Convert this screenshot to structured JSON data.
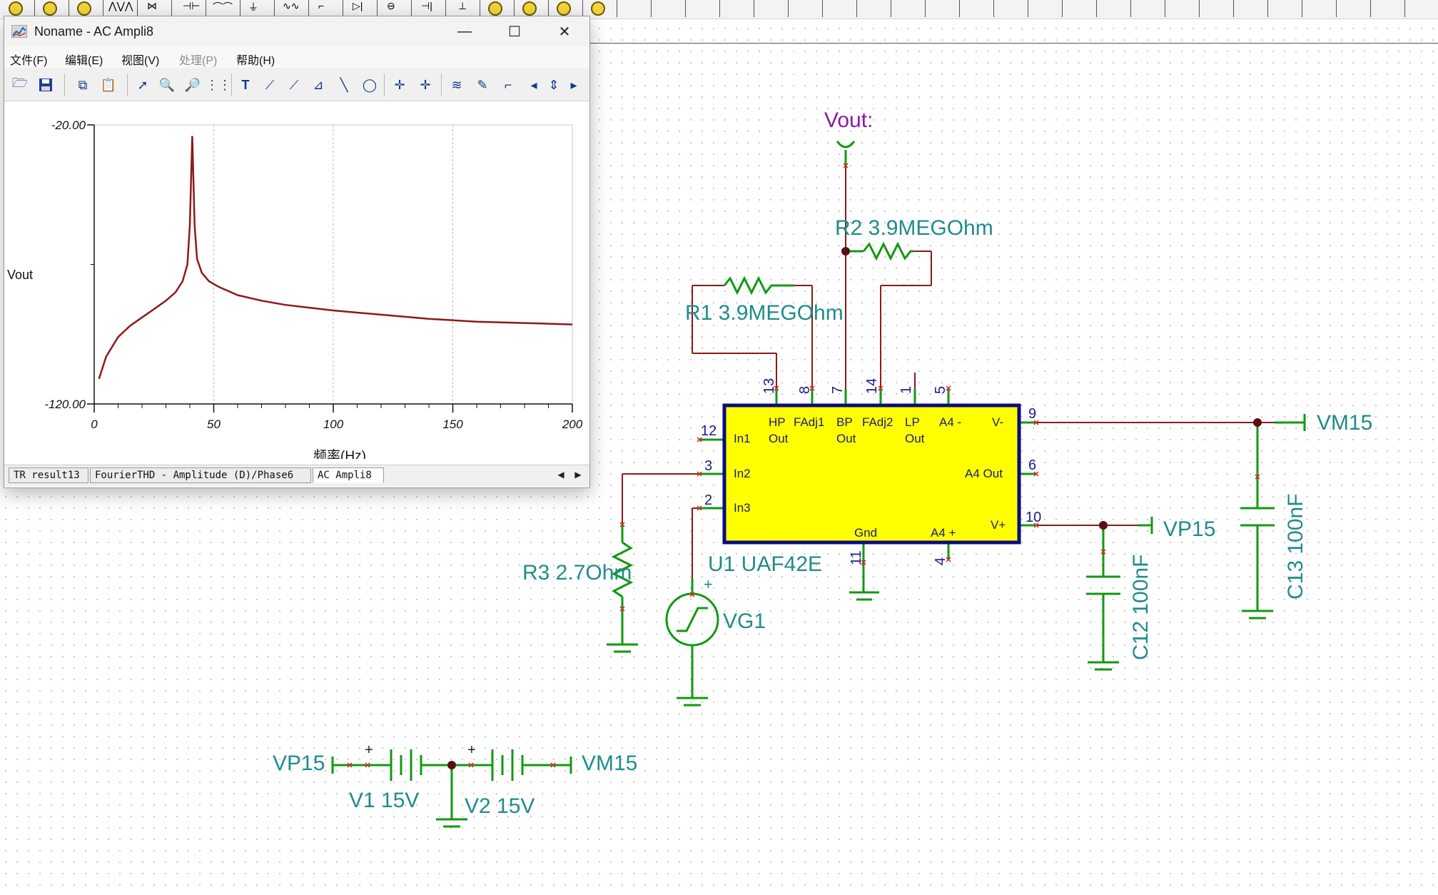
{
  "window": {
    "title": "Noname - AC Ampli8",
    "buttons": {
      "minimize": "—",
      "maximize": "☐",
      "close": "✕"
    }
  },
  "menu": [
    "文件(F)",
    "编辑(E)",
    "视图(V)",
    "处理(P)",
    "帮助(H)"
  ],
  "tabs": [
    {
      "label": "TR result13",
      "active": false
    },
    {
      "label": "FourierTHD - Amplitude (D)/Phase6",
      "active": false
    },
    {
      "label": "AC Ampli8",
      "active": true
    }
  ],
  "chart_data": {
    "type": "line",
    "xlabel": "频率(Hz)",
    "ylabel": "Vout",
    "xlim": [
      0,
      200
    ],
    "ylim": [
      -120,
      -20
    ],
    "xticks": [
      "0",
      "50",
      "100",
      "150",
      "200"
    ],
    "yticks": [
      "-20.00",
      "-120.00"
    ],
    "grid": "vertical",
    "color": "#8b1a1a",
    "series": [
      {
        "x": [
          2,
          5,
          10,
          15,
          20,
          25,
          30,
          34,
          37,
          39,
          40,
          41,
          42,
          43,
          45,
          48,
          52,
          60,
          70,
          80,
          90,
          100,
          120,
          140,
          160,
          180,
          200
        ],
        "y": [
          -111,
          -103,
          -96,
          -92,
          -89,
          -86,
          -83,
          -80,
          -76,
          -70,
          -56,
          -24,
          -56,
          -68,
          -73,
          -76,
          -78,
          -81,
          -83,
          -84.5,
          -85.5,
          -86.5,
          -88,
          -89.5,
          -90.5,
          -91,
          -91.5
        ]
      }
    ]
  },
  "schematic": {
    "out_label": "Vout:",
    "r1": "R1 3.9MEGOhm",
    "r2": "R2 3.9MEGOhm",
    "r3": "R3 2.7Ohm",
    "u1": "U1 UAF42E",
    "vg1": "VG1",
    "c12": "C12 100nF",
    "c13": "C13 100nF",
    "vm15": "VM15",
    "vp15": "VP15",
    "v1": "V1 15V",
    "v2": "V2 15V",
    "plus": "+",
    "pins": {
      "p13": "13",
      "p8": "8",
      "p7": "7",
      "p14": "14",
      "p1": "1",
      "p5": "5",
      "p12": "12",
      "p3": "3",
      "p2": "2",
      "p9": "9",
      "p6": "6",
      "p10": "10",
      "p11": "11",
      "p4": "4"
    },
    "ic": {
      "hp": "HP",
      "hp_out": "Out",
      "fadj1": "FAdj1",
      "bp": "BP",
      "bp_out": "Out",
      "fadj2": "FAdj2",
      "lp": "LP",
      "lp_out": "Out",
      "a4m": "A4 -",
      "vminus": "V-",
      "in1": "In1",
      "in2": "In2",
      "in3": "In3",
      "a4out": "A4 Out",
      "gnd": "Gnd",
      "a4p": "A4 +",
      "vplus": "V+"
    }
  }
}
